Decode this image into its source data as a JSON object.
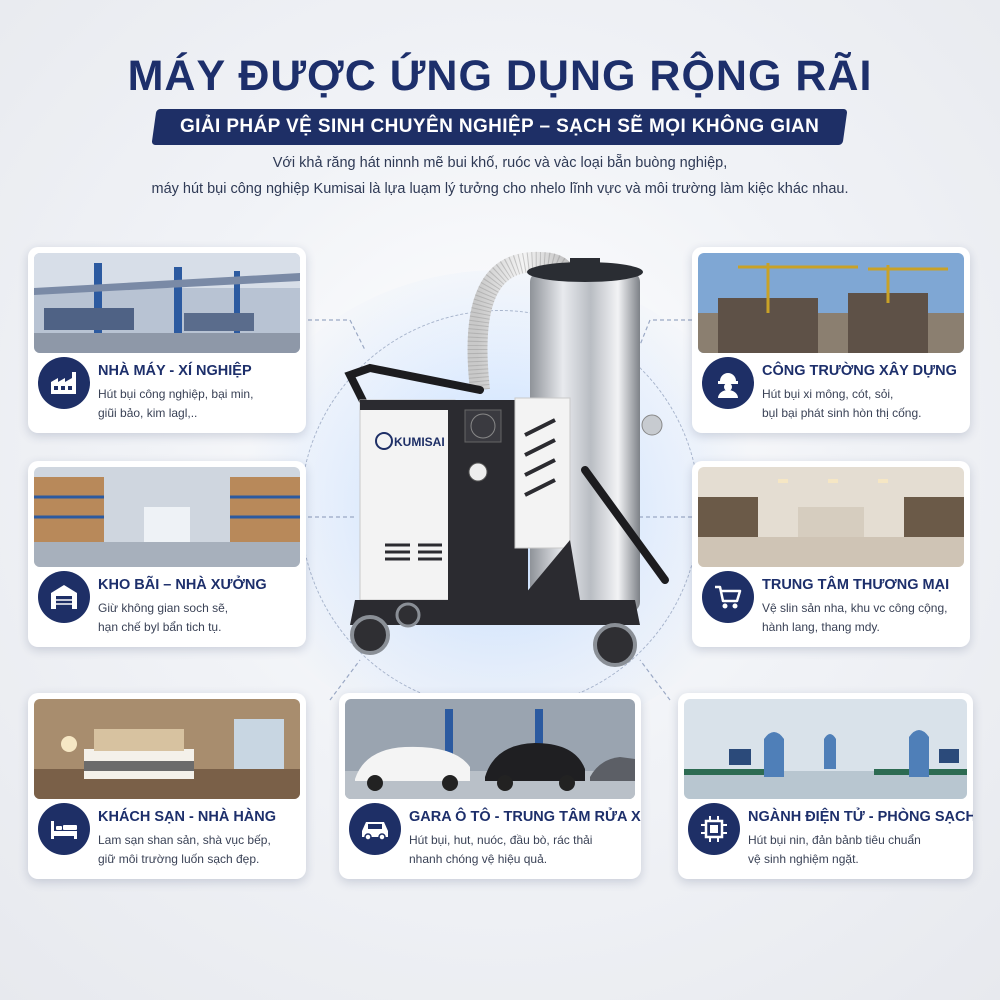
{
  "header": {
    "title": "MÁY ĐƯỢC ỨNG DỤNG RỘNG RÃI",
    "subtitle": "GIẢI PHÁP VỆ SINH CHUYÊN NGHIỆP – SẠCH SẼ MỌI KHÔNG GIAN",
    "intro_line1": "Với khả răng hát ninnh mẽ bui khố, ruóc và vàc loại bẵn buòng nghiệp,",
    "intro_line2": "máy hút bụi công nghiệp Kumisai là lựa luạm lý tưởng cho nhelo lĩnh vực và môi trường làm kiệc khác nhau."
  },
  "machine": {
    "brand": "KUMISAI"
  },
  "cards": [
    {
      "id": "factory",
      "title": "NHÀ MÁY - XÍ NGHIỆP",
      "desc1": "Hút bụi công nghiệp, bại min,",
      "desc2": "giũi bảo, kim lagl,..",
      "icon": "factory-icon"
    },
    {
      "id": "construction",
      "title": "CÔNG TRƯỜNG XÂY DỰNG",
      "desc1": "Hút bụi xi mông, cót, sỏi,",
      "desc2": "bụl bại phát sinh hòn thị cống.",
      "icon": "worker-icon"
    },
    {
      "id": "warehouse",
      "title": "KHO BÃI – NHÀ XƯỞNG",
      "desc1": "Giừ không gian soch sẽ,",
      "desc2": "hạn chế byl bẩn tich tụ.",
      "icon": "warehouse-icon"
    },
    {
      "id": "mall",
      "title": "TRUNG TÂM THƯƠNG MẠI",
      "desc1": "Vệ slin sản nha, khu vc công cộng,",
      "desc2": "hành lang, thang mdy.",
      "icon": "cart-icon"
    },
    {
      "id": "hotel",
      "title": "KHÁCH SẠN - NHÀ HÀNG",
      "desc1": "Lam sạn shan sản, shà vục bếp,",
      "desc2": "giữ môi trường luốn sạch đẹp.",
      "icon": "bed-icon"
    },
    {
      "id": "garage",
      "title": "GARA Ô TÔ - TRUNG TÂM RỬA XE",
      "desc1": "Hút bụi, hut, nuóc, đầu bò, rác thải",
      "desc2": "nhanh chóng vệ hiệu quả.",
      "icon": "car-icon"
    },
    {
      "id": "electronics",
      "title": "NGÀNH ĐIỆN TỬ - PHÒNG SẠCH",
      "desc1": "Hút bụi nin, đản bảnb tiêu chuẩn",
      "desc2": "vệ sinh nghiệm ngặt.",
      "icon": "chip-icon"
    }
  ],
  "colors": {
    "navy": "#1e2f66",
    "accent": "#1d2f6b"
  }
}
